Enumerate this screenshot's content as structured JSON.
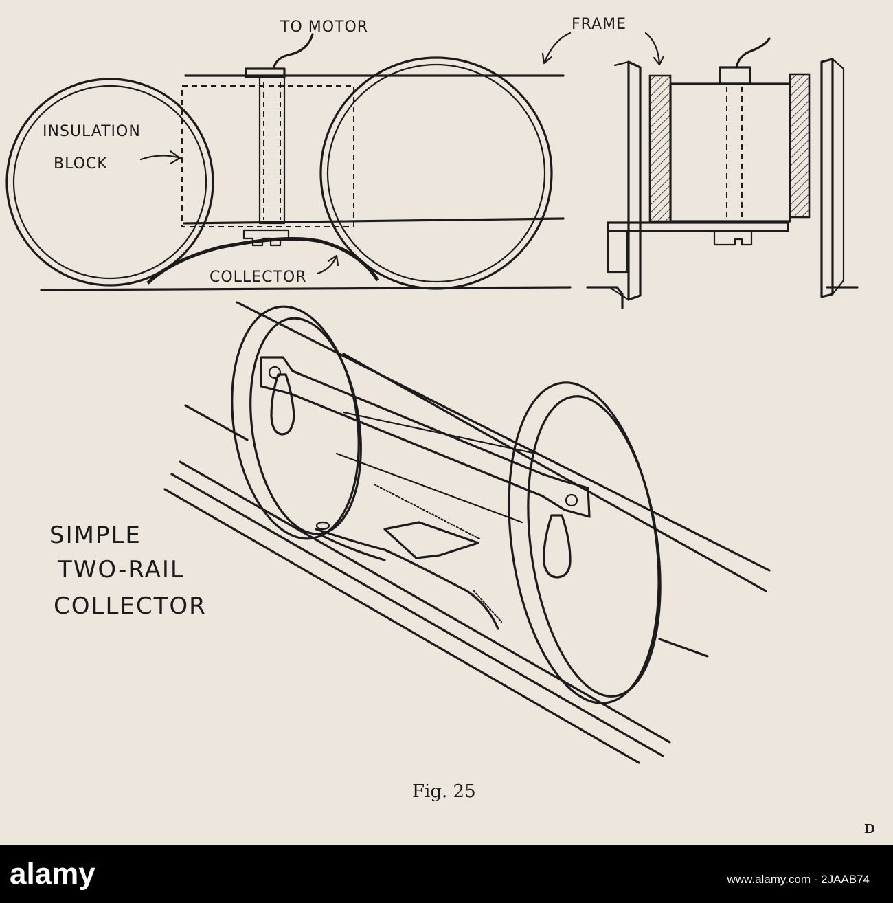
{
  "labels": {
    "to_motor": "TO MOTOR",
    "frame": "FRAME",
    "insulation_line1": "INSULATION",
    "insulation_line2": "BLOCK",
    "collector": "COLLECTOR",
    "title_line1": "SIMPLE",
    "title_line2": "TWO-RAIL",
    "title_line3": "COLLECTOR"
  },
  "caption": "Fig. 25",
  "page_mark": "D",
  "watermark": {
    "brand": "alamy",
    "reference": "www.alamy.com - 2JAAB74"
  }
}
